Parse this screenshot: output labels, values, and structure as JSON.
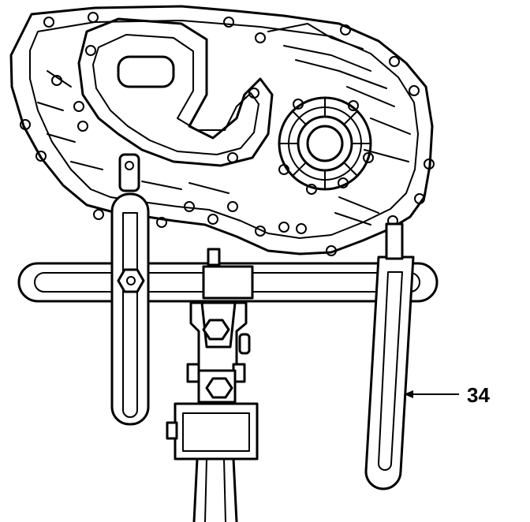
{
  "figure": {
    "callout": {
      "number": "34",
      "target": "right-lifting-arm"
    },
    "icons": {
      "gearbox": "gearbox-housing-illustration",
      "crossbar": "support-crossbar",
      "left_arm": "left-lifting-arm",
      "right_arm": "right-lifting-arm",
      "jack": "jack-adapter-post"
    }
  }
}
